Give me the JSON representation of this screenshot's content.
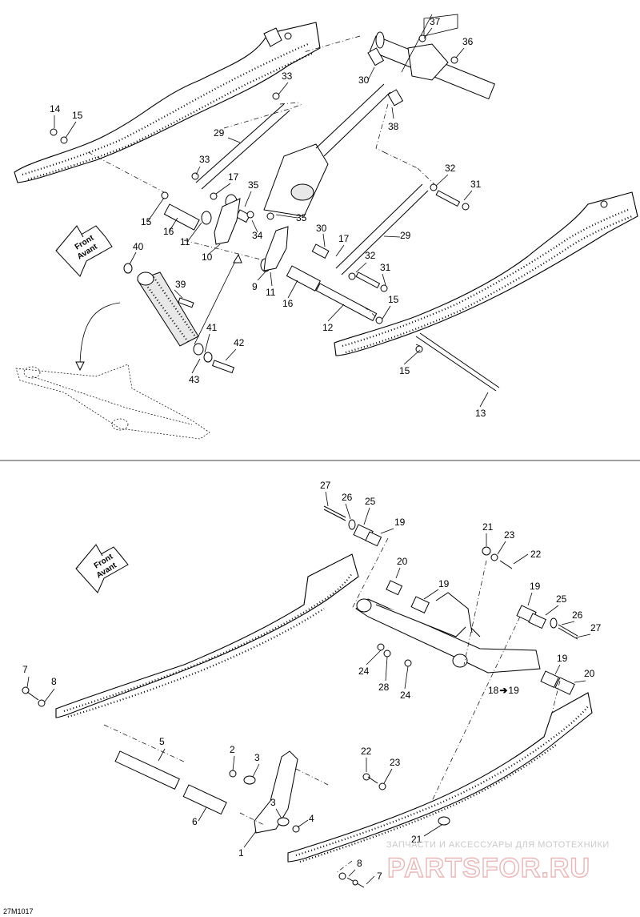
{
  "figure_code": "27M1017",
  "watermark": {
    "tagline": "ЗАПЧАСТИ И АКСЕССУАРЫ ДЛЯ МОТОТЕХНИКИ",
    "brand": "PARTSFOR.RU"
  },
  "front_arrow": {
    "line1": "Front",
    "line2": "Avant"
  },
  "callouts_top": [
    "37",
    "36",
    "30",
    "38",
    "33",
    "14",
    "15",
    "29",
    "33",
    "17",
    "35",
    "32",
    "31",
    "15",
    "16",
    "11",
    "10",
    "34",
    "35",
    "30",
    "17",
    "29",
    "9",
    "11",
    "32",
    "31",
    "40",
    "39",
    "16",
    "12",
    "15",
    "41",
    "42",
    "43",
    "15",
    "13"
  ],
  "callouts_bottom": [
    "27",
    "26",
    "25",
    "19",
    "21",
    "23",
    "22",
    "20",
    "19",
    "19",
    "25",
    "26",
    "27",
    "24",
    "28",
    "24",
    "19",
    "20",
    "18",
    "19",
    "7",
    "8",
    "5",
    "2",
    "3",
    "22",
    "23",
    "3",
    "4",
    "6",
    "1",
    "21",
    "8",
    "7"
  ],
  "colors": {
    "line": "#000000",
    "background": "#ffffff",
    "watermark_red": "#e9b7b7"
  }
}
